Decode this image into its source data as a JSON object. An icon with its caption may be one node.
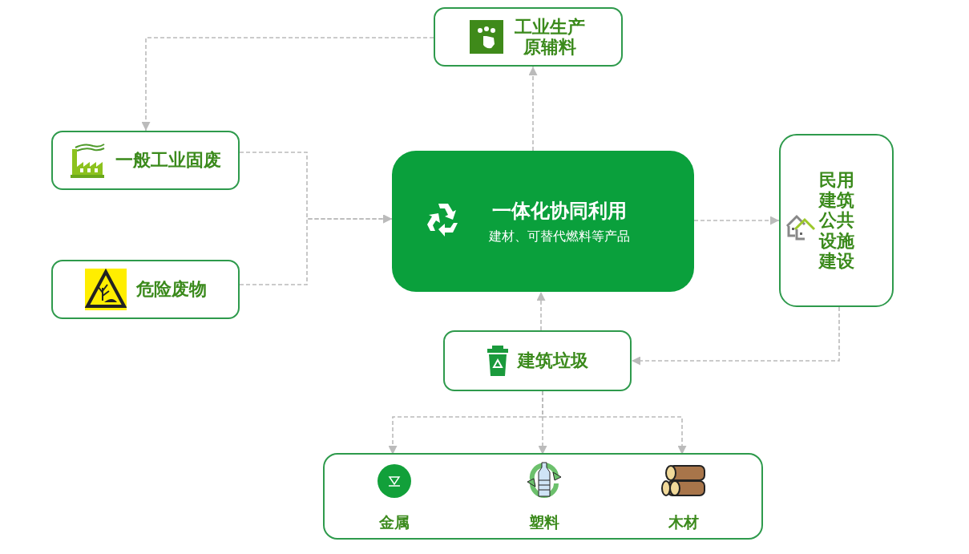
{
  "diagram": {
    "nodes": [
      {
        "text": [
          "工业生产原辅料"
        ]
      },
      {
        "text": [
          "一般工业固废"
        ]
      },
      {
        "text": [
          "危险废物"
        ]
      },
      {
        "text": [
          "一体化协同利用",
          "建材、可替代燃料等产品"
        ]
      },
      {
        "text": [
          "民用建筑公共设施建设"
        ]
      },
      {
        "text": [
          "建筑垃圾"
        ]
      },
      {
        "text": [],
        "shape": "box"
      },
      {
        "text": [
          "金属"
        ],
        "in": 6
      },
      {
        "text": [
          "塑料"
        ],
        "in": 6
      },
      {
        "text": [
          "木材"
        ],
        "in": 6
      }
    ],
    "edges": [
      {
        "from": 0,
        "to": 1,
        "arrow": "to"
      },
      {
        "from": 1,
        "to": 3,
        "arrow": "to"
      },
      {
        "from": 2,
        "to": 3,
        "arrow": "to"
      },
      {
        "from": 3,
        "to": 0,
        "arrow": "to"
      },
      {
        "from": 3,
        "to": 4,
        "arrow": "to"
      },
      {
        "from": 4,
        "to": 5,
        "arrow": "to"
      },
      {
        "from": 5,
        "to": 3,
        "arrow": "to"
      },
      {
        "from": 5,
        "to": 7,
        "arrow": "to"
      },
      {
        "from": 5,
        "to": 8,
        "arrow": "to"
      },
      {
        "from": 5,
        "to": 9,
        "arrow": "to"
      }
    ]
  }
}
